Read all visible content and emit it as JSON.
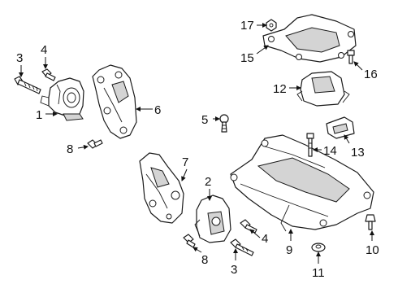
{
  "callouts": [
    {
      "key": "c1",
      "label": "1"
    },
    {
      "key": "c2",
      "label": "2"
    },
    {
      "key": "c3a",
      "label": "3"
    },
    {
      "key": "c3b",
      "label": "3"
    },
    {
      "key": "c4a",
      "label": "4"
    },
    {
      "key": "c4b",
      "label": "4"
    },
    {
      "key": "c5",
      "label": "5"
    },
    {
      "key": "c6",
      "label": "6"
    },
    {
      "key": "c7",
      "label": "7"
    },
    {
      "key": "c8a",
      "label": "8"
    },
    {
      "key": "c8b",
      "label": "8"
    },
    {
      "key": "c9",
      "label": "9"
    },
    {
      "key": "c10",
      "label": "10"
    },
    {
      "key": "c11",
      "label": "11"
    },
    {
      "key": "c12",
      "label": "12"
    },
    {
      "key": "c13",
      "label": "13"
    },
    {
      "key": "c14",
      "label": "14"
    },
    {
      "key": "c15",
      "label": "15"
    },
    {
      "key": "c16",
      "label": "16"
    },
    {
      "key": "c17",
      "label": "17"
    }
  ]
}
